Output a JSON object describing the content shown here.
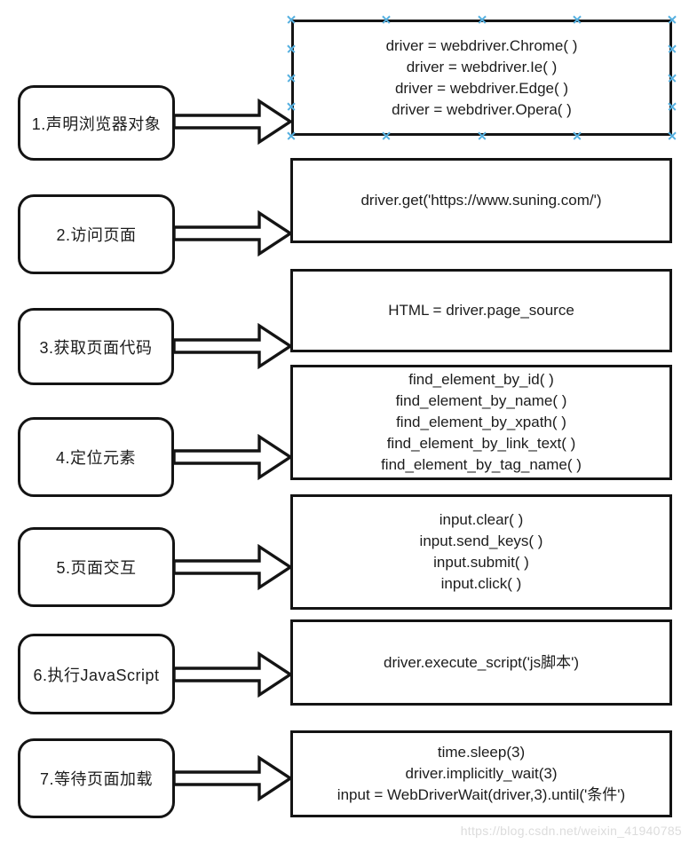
{
  "colors": {
    "stroke": "#141414",
    "shape_fill": "#ffffff",
    "selection_handle": "#55b0e0",
    "watermark_text": "#dcdcdc"
  },
  "watermark": "https://blog.csdn.net/weixin_41940785",
  "steps": [
    {
      "label": "1.声明浏览器对象",
      "selected": true,
      "code": [
        "driver = webdriver.Chrome( )",
        "driver = webdriver.Ie( )",
        "driver = webdriver.Edge( )",
        "driver = webdriver.Opera( )"
      ]
    },
    {
      "label": "2.访问页面",
      "selected": false,
      "code": [
        "driver.get('https://www.suning.com/')"
      ]
    },
    {
      "label": "3.获取页面代码",
      "selected": false,
      "code": [
        "HTML = driver.page_source"
      ]
    },
    {
      "label": "4.定位元素",
      "selected": false,
      "code": [
        "find_element_by_id( )",
        "find_element_by_name( )",
        "find_element_by_xpath( )",
        "find_element_by_link_text( )",
        "find_element_by_tag_name( )"
      ]
    },
    {
      "label": "5.页面交互",
      "selected": false,
      "code": [
        "input.clear( )",
        "input.send_keys( )",
        "input.submit( )",
        "input.click( )"
      ]
    },
    {
      "label": "6.执行JavaScript",
      "selected": false,
      "code": [
        "driver.execute_script('js脚本')"
      ]
    },
    {
      "label": "7.等待页面加载",
      "selected": false,
      "code": [
        "time.sleep(3)",
        "driver.implicitly_wait(3)",
        "input = WebDriverWait(driver,3).until('条件')"
      ]
    }
  ]
}
